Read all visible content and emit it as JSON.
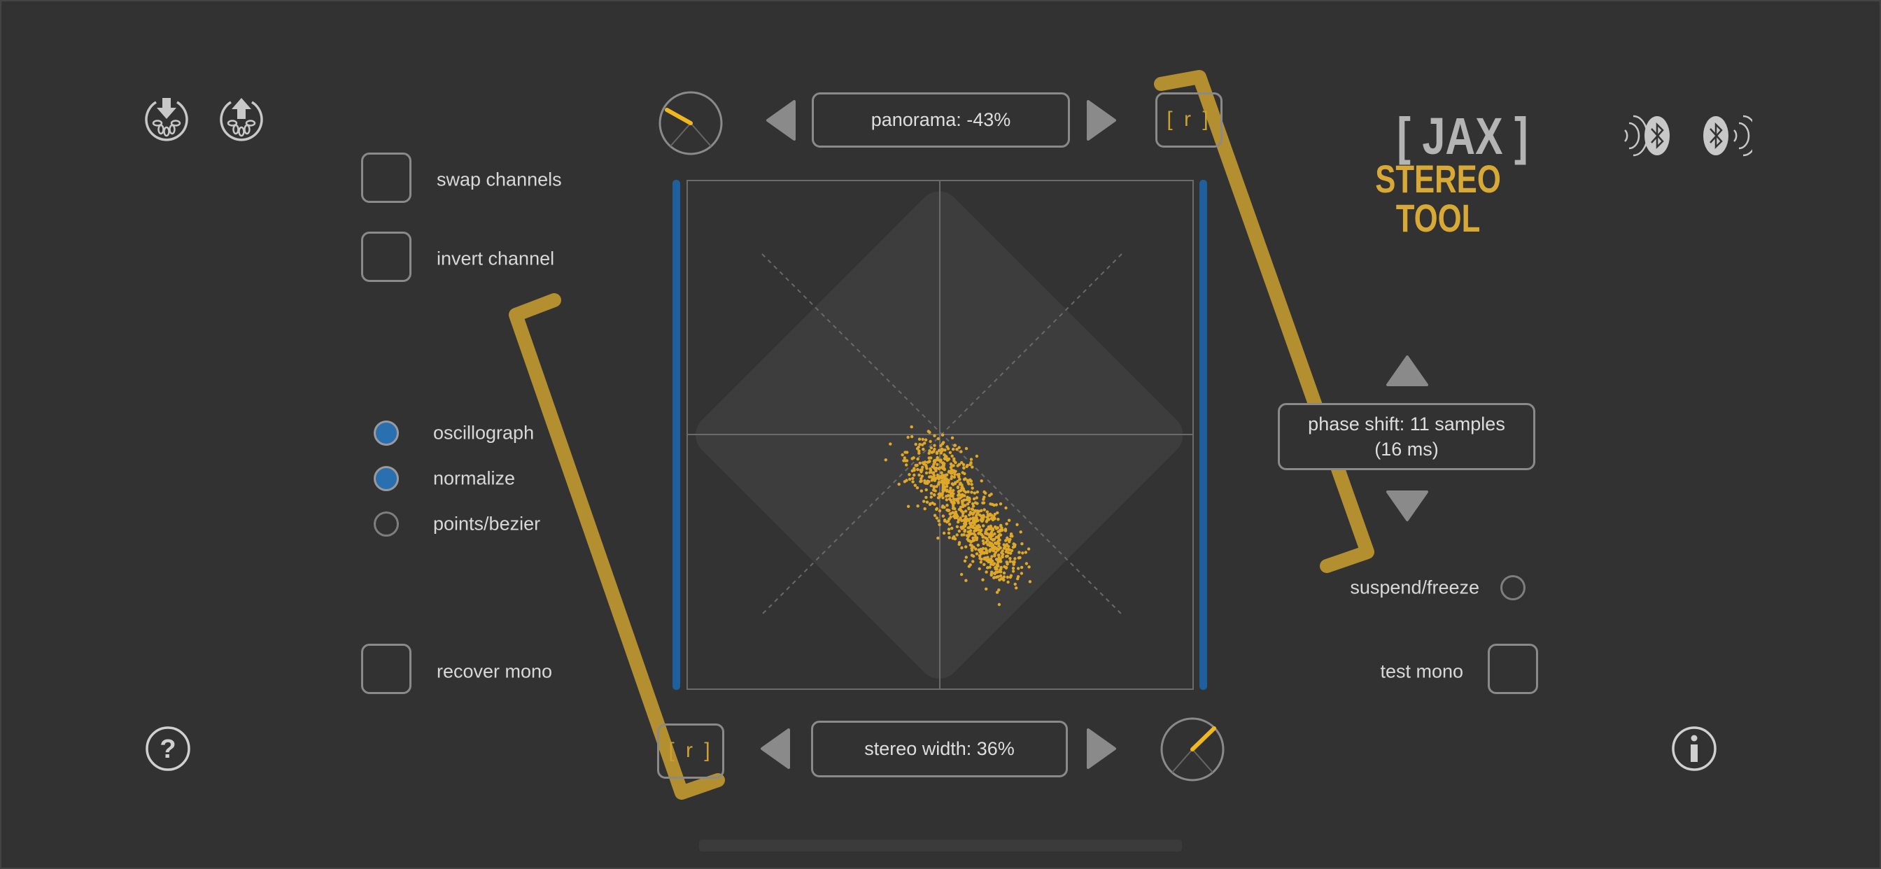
{
  "left_panel": {
    "swap_channels": "swap channels",
    "invert_channel": "invert channel",
    "recover_mono": "recover mono",
    "modes": [
      {
        "label": "oscillograph",
        "selected": true
      },
      {
        "label": "normalize",
        "selected": true
      },
      {
        "label": "points/bezier",
        "selected": false
      }
    ]
  },
  "top": {
    "panorama": "panorama: -43%",
    "reset": "[ r ]"
  },
  "bottom": {
    "stereo_width": "stereo width: 36%",
    "reset": "[ r ]"
  },
  "right_panel": {
    "phase_shift_line1": "phase shift: 11 samples",
    "phase_shift_line2": "(16 ms)",
    "suspend_freeze": "suspend/freeze",
    "test_mono": "test mono"
  },
  "logo": {
    "line1": "[ JAX ]",
    "line2": "STEREO TOOL"
  },
  "colors": {
    "accent": "#c9a030",
    "blue": "#1f5f9e",
    "point": "#e0a828",
    "background": "#323232"
  }
}
